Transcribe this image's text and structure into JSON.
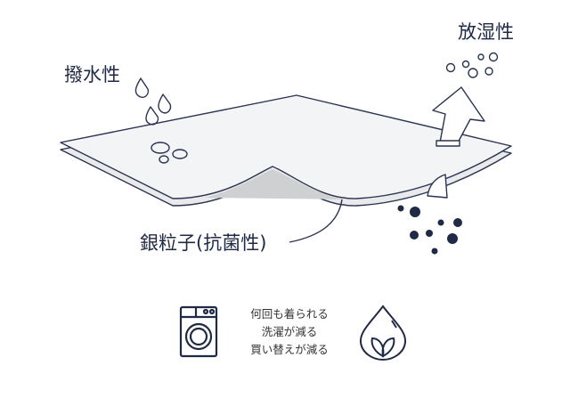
{
  "labels": {
    "water_repellent": "撥水性",
    "moisture_release": "放湿性",
    "silver_particles": "銀粒子(抗菌性)"
  },
  "benefits": {
    "lines": [
      "何回も着られる",
      "洗濯が減る",
      "買い替えが減る"
    ]
  },
  "icons": [
    "washing-machine-icon",
    "water-drop-leaf-icon"
  ],
  "colors": {
    "navy": "#1f2a44",
    "sheet": "#f2f3f5",
    "under": "#cfd0d2"
  }
}
